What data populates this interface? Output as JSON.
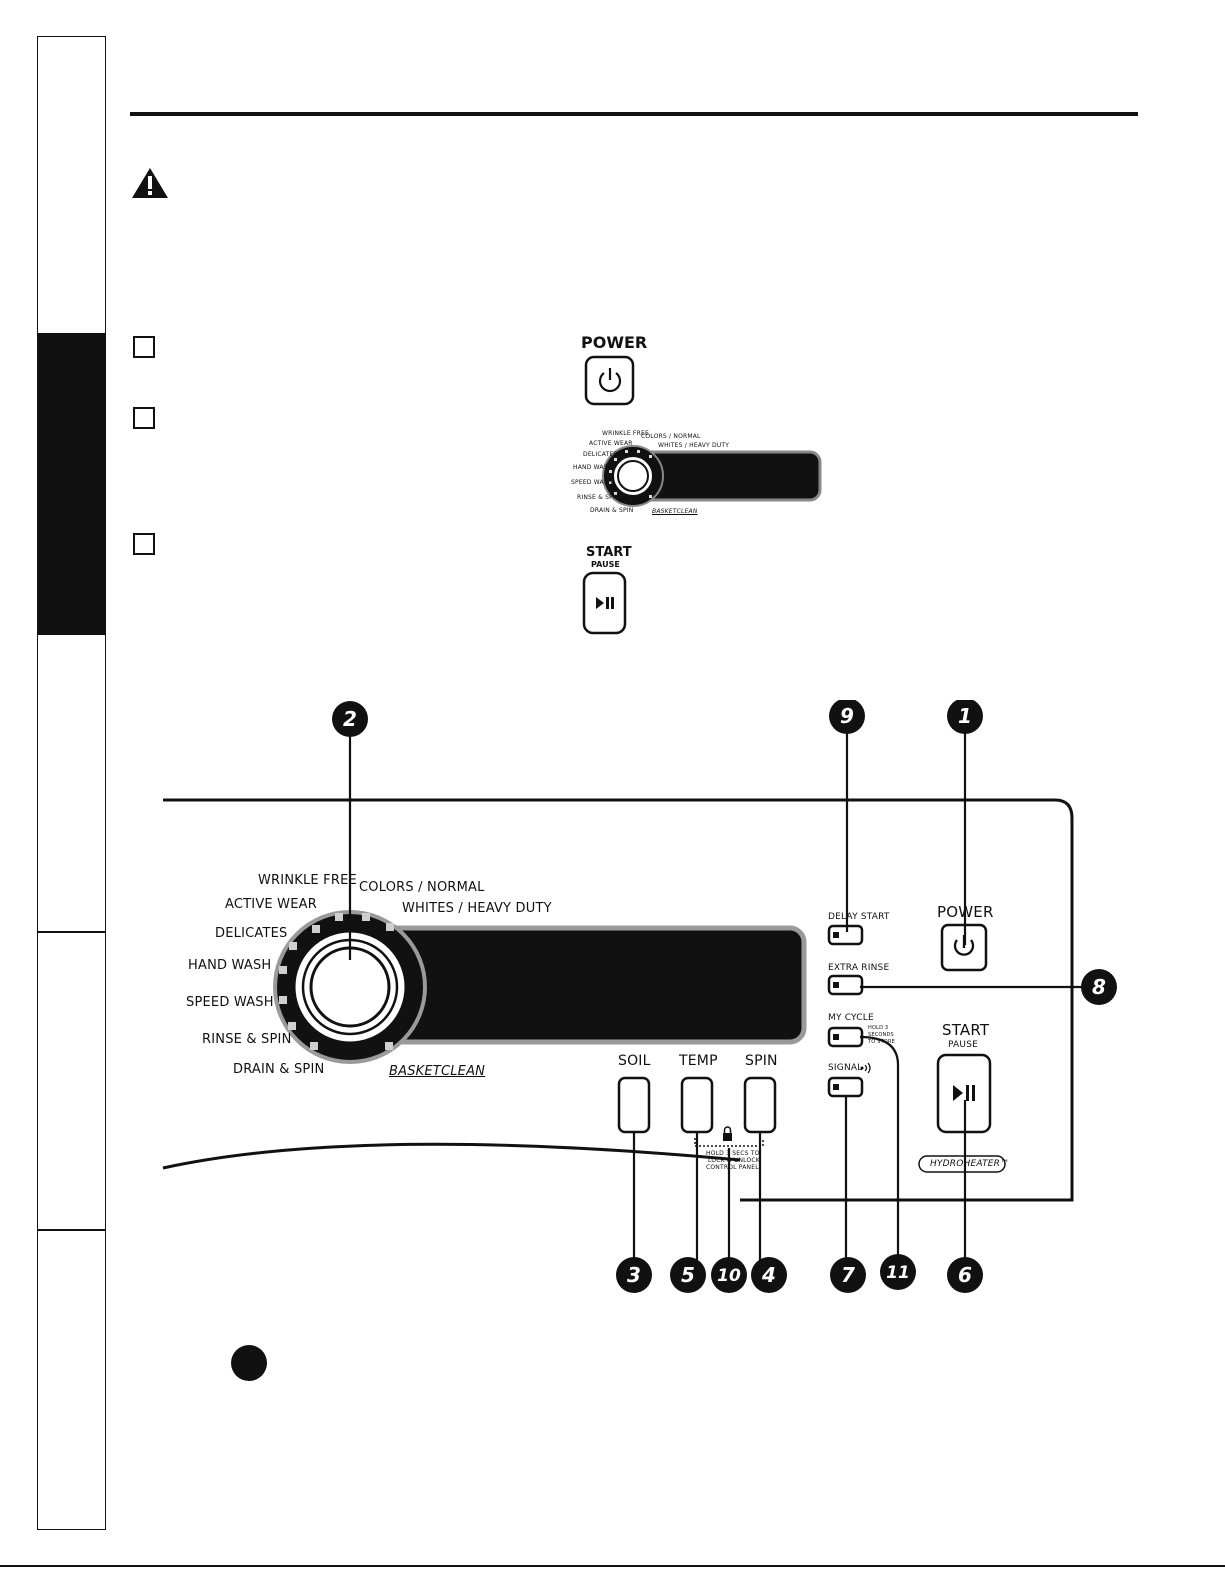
{
  "top_buttons": {
    "power_label": "POWER",
    "start_label": "START",
    "pause_label": "PAUSE"
  },
  "small_dial": {
    "cycles": [
      "WRINKLE FREE",
      "ACTIVE WEAR",
      "DELICATES",
      "HAND WASH",
      "SPEED WASH",
      "RINSE & SPIN",
      "DRAIN & SPIN",
      "COLORS / NORMAL",
      "WHITES / HEAVY DUTY",
      "BASKETCLEAN"
    ]
  },
  "panel": {
    "cycles": {
      "wrinkle_free": "WRINKLE FREE",
      "colors_normal": "COLORS / NORMAL",
      "active_wear": "ACTIVE WEAR",
      "whites_heavy_duty": "WHITES / HEAVY DUTY",
      "delicates": "DELICATES",
      "hand_wash": "HAND WASH",
      "speed_wash": "SPEED WASH",
      "rinse_spin": "RINSE & SPIN",
      "drain_spin": "DRAIN & SPIN",
      "basketclean": "BASKETCLEAN"
    },
    "buttons": {
      "soil": "SOIL",
      "temp": "TEMP",
      "spin": "SPIN",
      "delay_start": "DELAY START",
      "extra_rinse": "EXTRA RINSE",
      "my_cycle": "MY CYCLE",
      "my_cycle_hint": [
        "HOLD 3",
        "SECONDS",
        "TO STORE"
      ],
      "signal": "SIGNAL",
      "power": "POWER",
      "start": "START",
      "pause": "PAUSE",
      "hydroheater": "HYDROHEATER™"
    },
    "lock_hint": [
      "HOLD 3 SECS TO",
      "LOCK & UNLOCK",
      "CONTROL PANEL"
    ]
  },
  "callouts": [
    "1",
    "2",
    "3",
    "4",
    "5",
    "6",
    "7",
    "8",
    "9",
    "10",
    "11"
  ]
}
